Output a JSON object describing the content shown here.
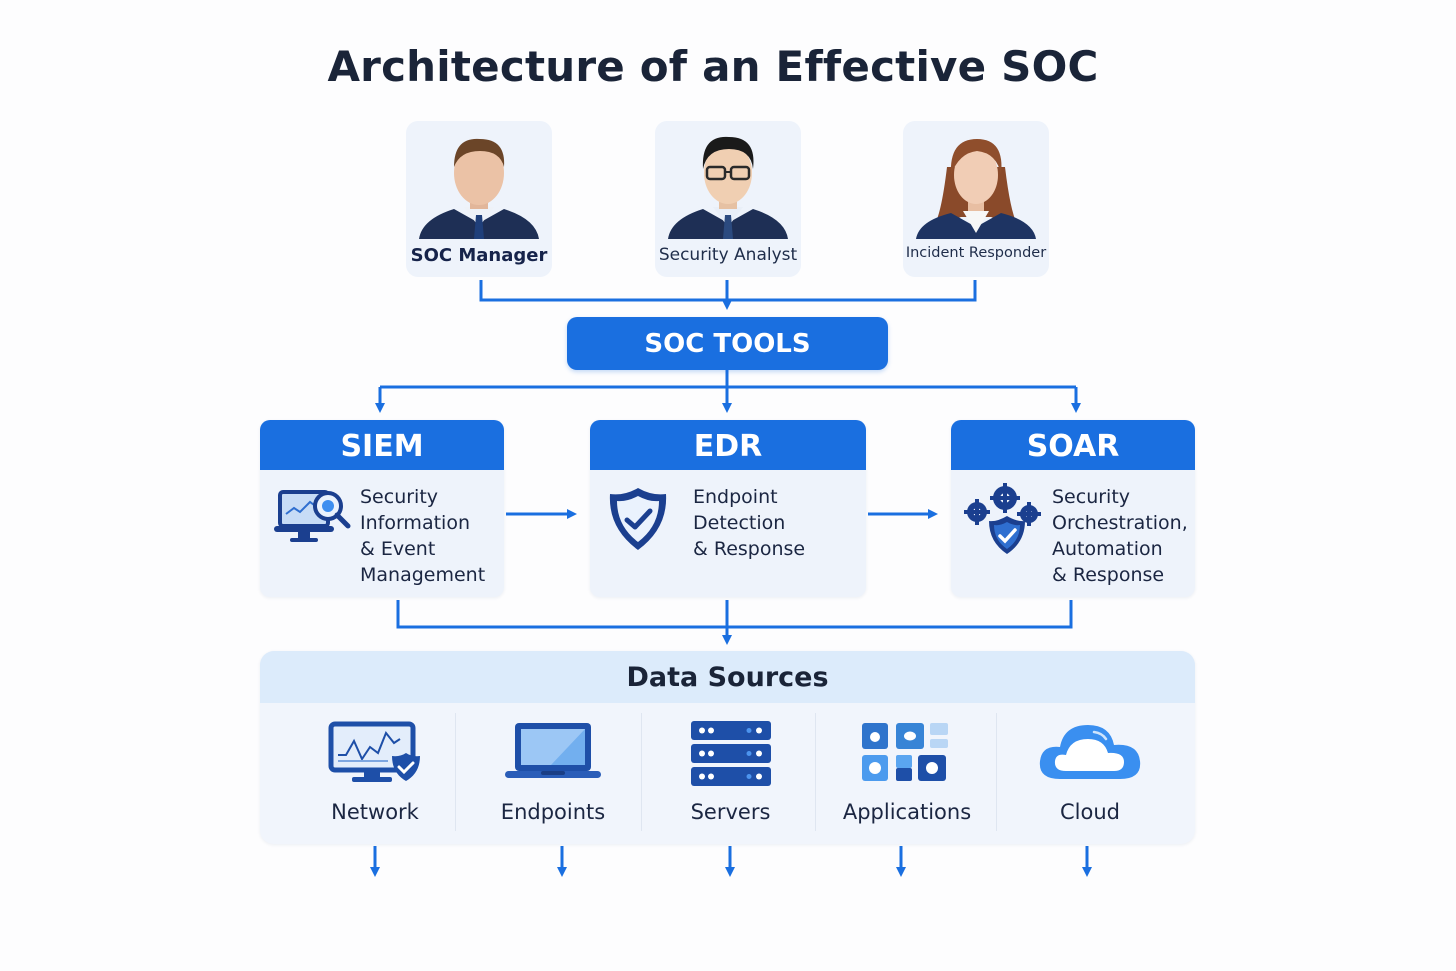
{
  "title": "Architecture of an Effective SOC",
  "roles": [
    {
      "label": "SOC Manager",
      "icon": "portrait-man-icon"
    },
    {
      "label": "Security Analyst",
      "icon": "portrait-man-glasses-icon"
    },
    {
      "label": "Incident Responder",
      "icon": "portrait-woman-icon"
    }
  ],
  "soc_tools_label": "SOC TOOLS",
  "tools": [
    {
      "name": "SIEM",
      "description": [
        "Security",
        "Information",
        "& Event",
        "Management"
      ],
      "icon": "monitor-magnifier-icon"
    },
    {
      "name": "EDR",
      "description": [
        "Endpoint",
        "Detection",
        "& Response"
      ],
      "icon": "shield-check-icon"
    },
    {
      "name": "SOAR",
      "description": [
        "Security",
        "Orchestration,",
        "Automation",
        "& Response"
      ],
      "icon": "gears-shield-icon"
    }
  ],
  "data_sources": {
    "title": "Data Sources",
    "items": [
      {
        "label": "Network",
        "icon": "network-monitor-shield-icon"
      },
      {
        "label": "Endpoints",
        "icon": "laptop-icon"
      },
      {
        "label": "Servers",
        "icon": "server-rack-icon"
      },
      {
        "label": "Applications",
        "icon": "app-grid-icon"
      },
      {
        "label": "Cloud",
        "icon": "cloud-icon"
      }
    ]
  },
  "colors": {
    "primary_blue": "#1a6fe0",
    "navy": "#1b3f8f",
    "card_bg": "#eef3fb",
    "data_header_bg": "#dcebfb",
    "text_dark": "#1a2438"
  }
}
